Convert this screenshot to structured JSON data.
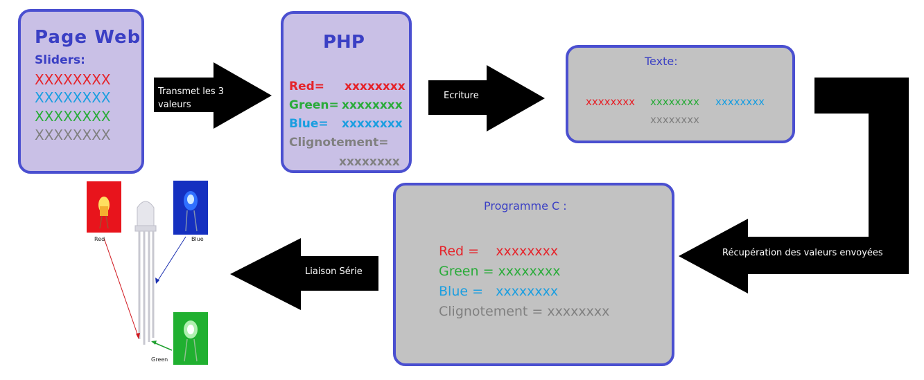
{
  "colors": {
    "border": "#4a4fd0",
    "purple_box": "#c9c0e6",
    "gray_box": "#c2c2c2",
    "red": "#e5232a",
    "green": "#2aab3a",
    "blue": "#1a9ee0",
    "gray": "#808080",
    "navy": "#3a3fc4",
    "arrow": "#000000"
  },
  "webpage": {
    "title": "Page Web",
    "subtitle": "Sliders:",
    "values": [
      "XXXXXXXX",
      "XXXXXXXX",
      "XXXXXXXX",
      "XXXXXXXX"
    ]
  },
  "arrow1": {
    "label_line1": "Transmet les 3",
    "label_line2": "valeurs"
  },
  "php": {
    "title": "PHP",
    "red_label": "Red=",
    "red_value": "xxxxxxxx",
    "green_label": "Green=",
    "green_value": "xxxxxxxx",
    "blue_label": "Blue=",
    "blue_value": "xxxxxxxx",
    "blink_label": "Clignotement=",
    "blink_value": "xxxxxxxx"
  },
  "arrow2": {
    "label": "Ecriture"
  },
  "text_file": {
    "title": "Texte:",
    "red_value": "xxxxxxxx",
    "green_value": "xxxxxxxx",
    "blue_value": "xxxxxxxx",
    "blink_value": "xxxxxxxx"
  },
  "arrow3": {
    "label": "Récupération des valeurs envoyées"
  },
  "c_program": {
    "title": "Programme C :",
    "red_line": "Red =    xxxxxxxx",
    "green_line": "Green = xxxxxxxx",
    "blue_line": "Blue =   xxxxxxxx",
    "blink_line": "Clignotement = xxxxxxxx"
  },
  "arrow4": {
    "label": "Liaison Série"
  },
  "led": {
    "red_label": "Red",
    "blue_label": "Blue",
    "green_label": "Green"
  }
}
